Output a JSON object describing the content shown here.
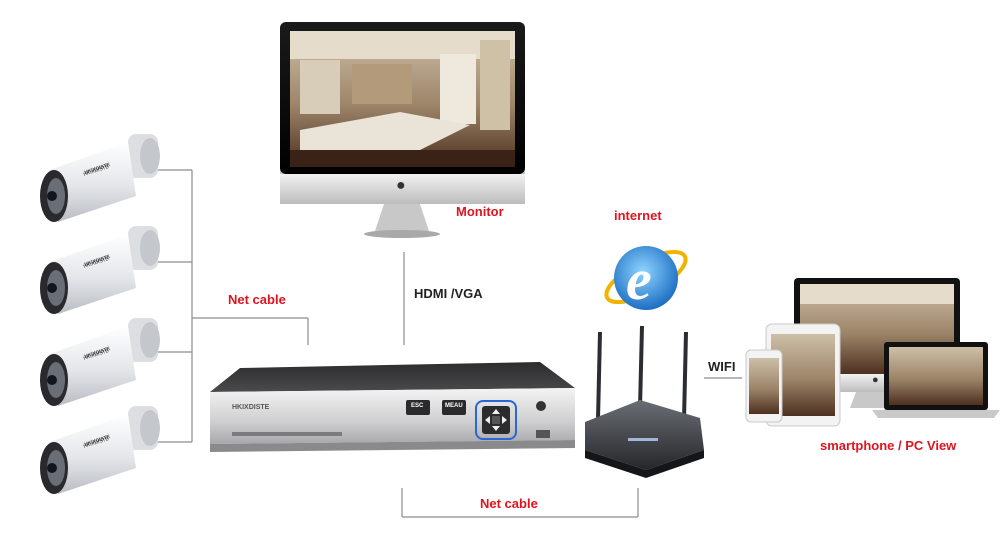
{
  "labels": {
    "monitor": "Monitor",
    "internet": "internet",
    "hdmi_vga": "HDMI /VGA",
    "net_cable_cameras": "Net cable",
    "net_cable_bottom": "Net cable",
    "wifi": "WIFI",
    "smartphone_pc_view": "smartphone / PC View"
  },
  "cameras": [
    {
      "brand": "HKIXDISTE"
    },
    {
      "brand": "HKIXDISTE"
    },
    {
      "brand": "HKIXDISTE"
    },
    {
      "brand": "HKIXDISTE"
    }
  ],
  "nvr": {
    "brand": "HKIXDISTE",
    "esc_label": "ESC",
    "menu_label": "MEAU"
  },
  "colors": {
    "label_red": "#e0141e",
    "line_gray": "#8c8c8c",
    "nvr_blue_ring": "#2a66d8",
    "ie_blue": "#2f8fdc"
  },
  "icons": [
    "apple-logo-icon",
    "internet-explorer-icon",
    "dpad-icon"
  ]
}
